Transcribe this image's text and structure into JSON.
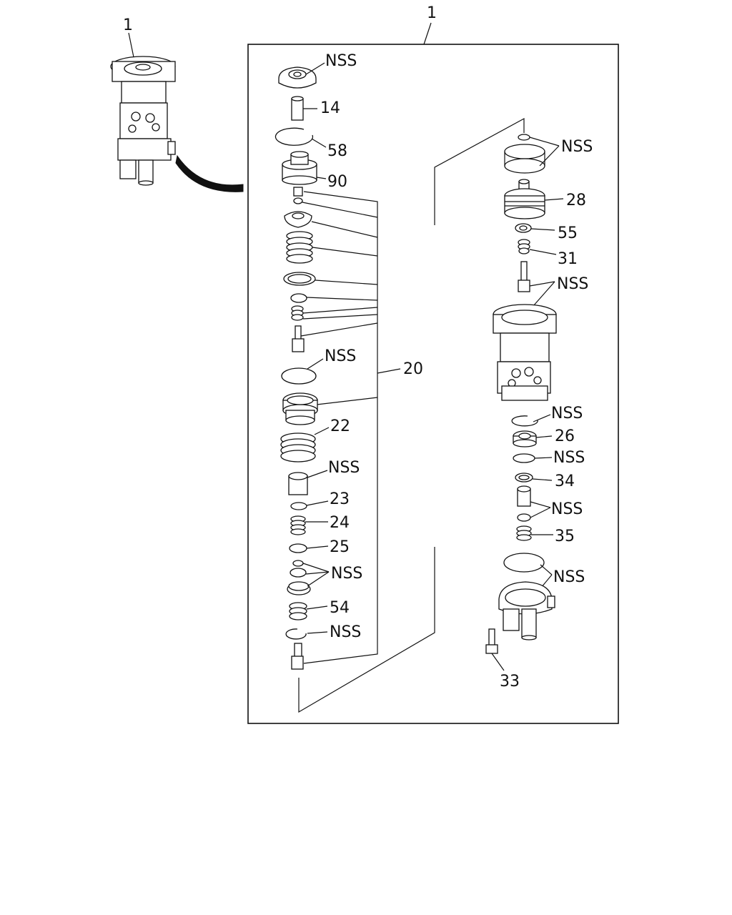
{
  "callouts": {
    "c1_top": "1",
    "c1_left": "1",
    "nss_cap": "NSS",
    "c14": "14",
    "c58": "58",
    "c90": "90",
    "nss_oring": "NSS",
    "c20": "20",
    "c22": "22",
    "nss_sleeve": "NSS",
    "c23": "23",
    "c24": "24",
    "c25": "25",
    "nss_pair": "NSS",
    "c54": "54",
    "nss_snap": "NSS",
    "nss_top_right": "NSS",
    "c28": "28",
    "c55": "55",
    "c31": "31",
    "nss_rod": "NSS",
    "nss_ring2": "NSS",
    "c26": "26",
    "nss_ring3": "NSS",
    "c34": "34",
    "nss_pair2": "NSS",
    "c35": "35",
    "nss_bottom": "NSS",
    "c33": "33"
  }
}
